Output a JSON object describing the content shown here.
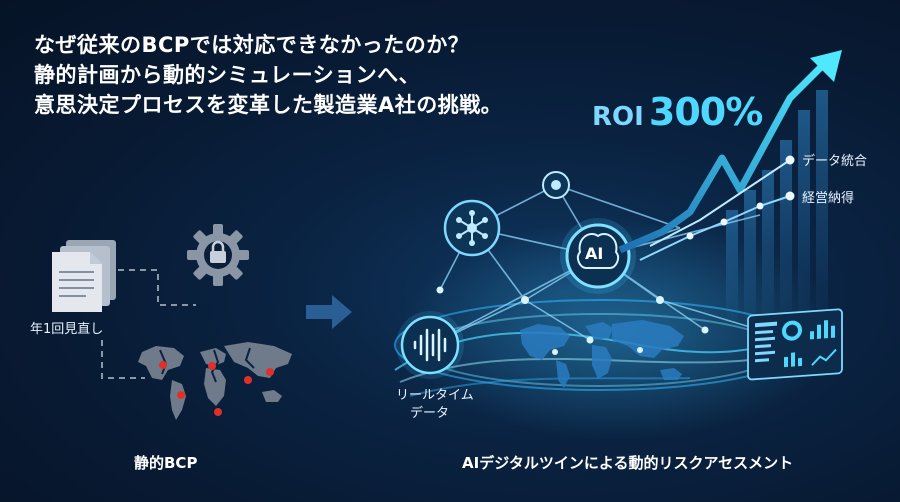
{
  "headline": {
    "line1": "なぜ従来のBCPでは対応できなかったのか？",
    "line2": "静的計画から動的シミュレーションへ、",
    "line3": "意思決定プロセスを変革した製造業A社の挑戦。"
  },
  "roi": {
    "prefix": "ROI",
    "value": "300%"
  },
  "chart_labels": {
    "data_integration": "データ統合",
    "management_buyin": "経営納得"
  },
  "left_panel": {
    "review_label": "年1回見直し",
    "caption": "静的BCP"
  },
  "right_panel": {
    "ai_label": "AI",
    "realtime_line1": "リールタイム",
    "realtime_line2": "データ",
    "caption": "AIデジタルツインによる動的リスクアセスメント"
  },
  "icons": [
    "document-stack-icon",
    "gear-lock-icon",
    "world-map-icon",
    "arrow-right-icon",
    "ai-brain-icon",
    "network-hub-icon",
    "waveform-icon",
    "dashboard-icon",
    "growth-arrow-icon"
  ],
  "colors": {
    "accent": "#4fd8ff",
    "alert": "#e0302a",
    "background": "#0a2342"
  }
}
